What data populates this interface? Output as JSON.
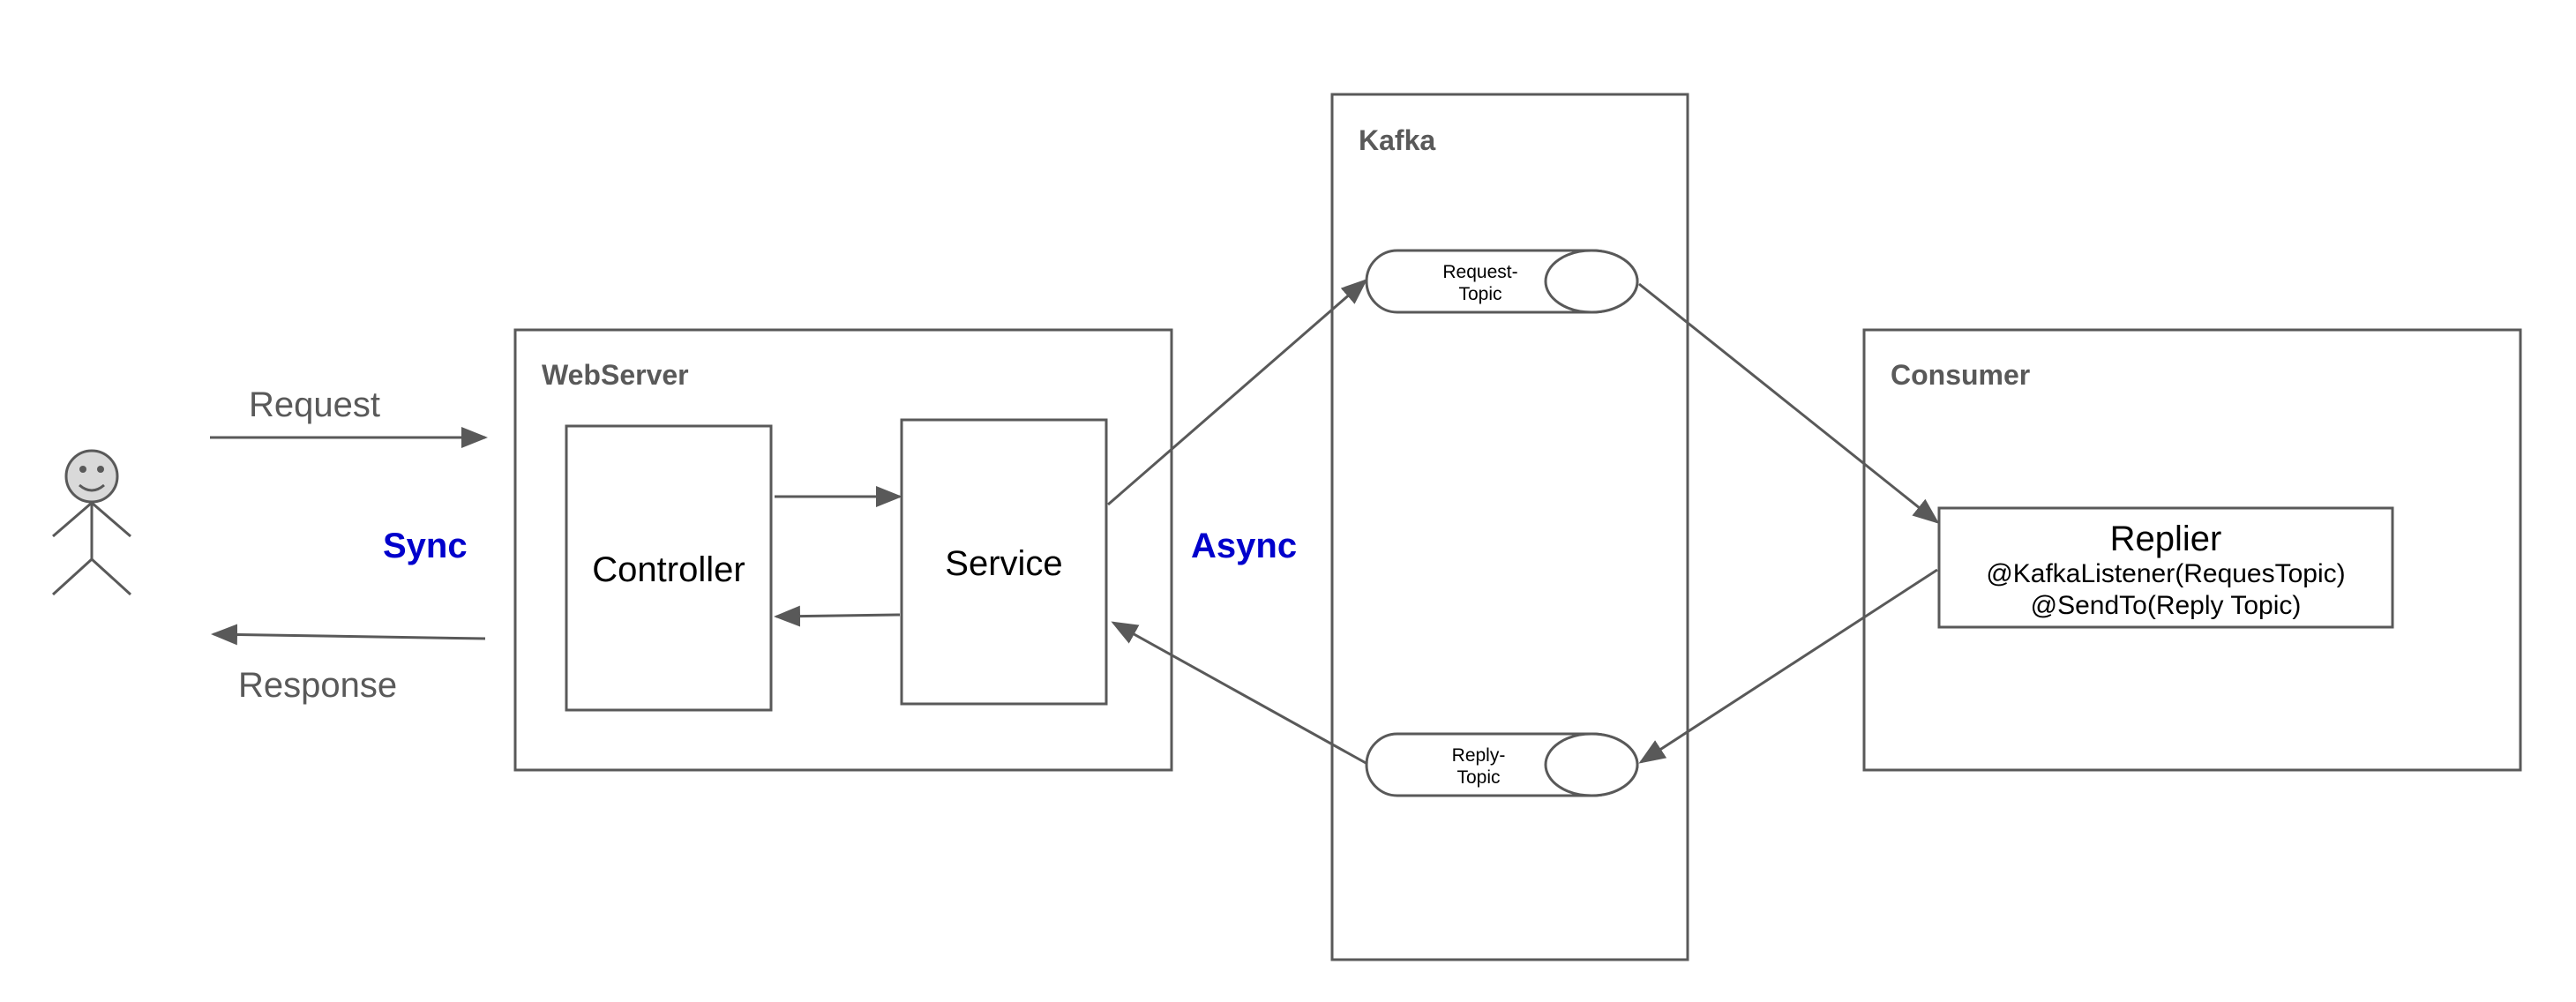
{
  "labels": {
    "kafka": "Kafka",
    "webserver": "WebServer",
    "consumer": "Consumer",
    "controller": "Controller",
    "service": "Service",
    "replier": "Replier",
    "replier_listener": "@KafkaListener(RequesTopic)",
    "replier_sendto": "@SendTo(Reply Topic)",
    "request_topic_line1": "Request-",
    "request_topic_line2": "Topic",
    "reply_topic_line1": "Reply-",
    "reply_topic_line2": "Topic",
    "request": "Request",
    "response": "Response",
    "sync": "Sync",
    "async": "Async"
  },
  "colors": {
    "stroke": "#595959",
    "mode_label": "#0000cc",
    "head_fill": "#d9d9d9"
  }
}
